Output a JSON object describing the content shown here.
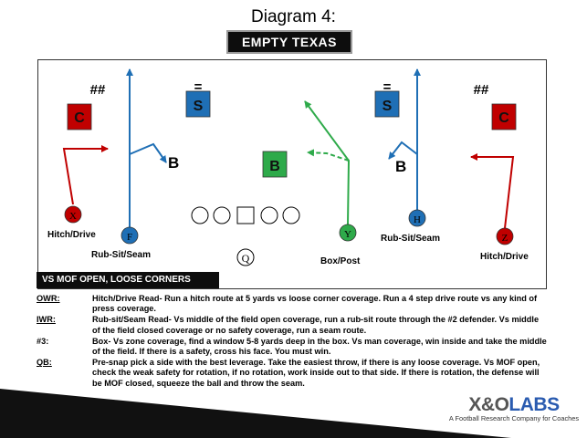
{
  "title": "Diagram 4:",
  "banner": "EMPTY TEXAS",
  "field_tag": "VS MOF OPEN, LOOSE CORNERS",
  "players": {
    "left_corner": "C",
    "right_corner": "C",
    "left_safety": "S",
    "right_safety": "S",
    "left_backer": "B",
    "mid_backer": "B",
    "right_backer": "B",
    "x_receiver": "X",
    "f_receiver": "F",
    "y_receiver": "Y",
    "h_receiver": "H",
    "z_receiver": "Z",
    "qb": "Q"
  },
  "markers": {
    "left_corner_mark": "##",
    "right_corner_mark": "##",
    "left_safety_mark": "=",
    "right_safety_mark": "="
  },
  "route_labels": {
    "x": "Hitch/Drive",
    "f": "Rub-Sit/Seam",
    "y": "Box/Post",
    "h": "Rub-Sit/Seam",
    "z": "Hitch/Drive"
  },
  "colors": {
    "red": "#c00000",
    "blue": "#1f6fb5",
    "green": "#2eaa4a",
    "qb_route": "#1f78c8"
  },
  "notes": [
    {
      "key": "OWR:",
      "underline": true,
      "text": "Hitch/Drive Read- Run a hitch route at 5 yards vs loose corner coverage. Run a 4 step drive route vs any kind of press coverage."
    },
    {
      "key": "IWR:",
      "underline": true,
      "text": "Rub-sit/Seam Read- Vs middle of the field open coverage, run a rub-sit route through the #2 defender. Vs middle of the field closed coverage or no safety coverage, run a seam route."
    },
    {
      "key": "#3:",
      "underline": false,
      "text": "Box- Vs zone coverage, find a window 5-8 yards deep in the box. Vs man coverage, win inside and take the middle of the field. If there is a safety, cross his face. You must win."
    },
    {
      "key": "QB:",
      "underline": true,
      "text": "Pre-snap pick a side with the best leverage. Take the easiest throw, if there is any loose coverage. Vs MOF open, check the weak safety for rotation, if no rotation, work inside out to that side. If there is rotation, the defense will be MOF closed, squeeze the ball and throw the seam."
    }
  ],
  "logo": {
    "name_part1": "X&O",
    "name_part2": "LABS",
    "tagline": "A Football Research Company for Coaches"
  }
}
